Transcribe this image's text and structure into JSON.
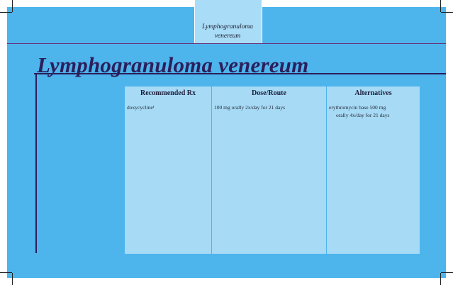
{
  "tab": {
    "line1": "Lymphogranuloma",
    "line2": "venereum"
  },
  "title": "Lymphogranuloma venereum",
  "columns": [
    {
      "header": "Recommended Rx",
      "body": [
        "doxycycline¹"
      ]
    },
    {
      "header": "Dose/Route",
      "body": [
        "100 mg orally 2x/day for 21 days"
      ]
    },
    {
      "header": "Alternatives",
      "body": [
        "erythromycin base 500 mg",
        "orally 4x/day for 21 days"
      ]
    }
  ],
  "colors": {
    "background": "#4db4ec",
    "panel": "#a6daf5",
    "title": "#2b1f5c",
    "accent_line": "#6b2f7a"
  }
}
